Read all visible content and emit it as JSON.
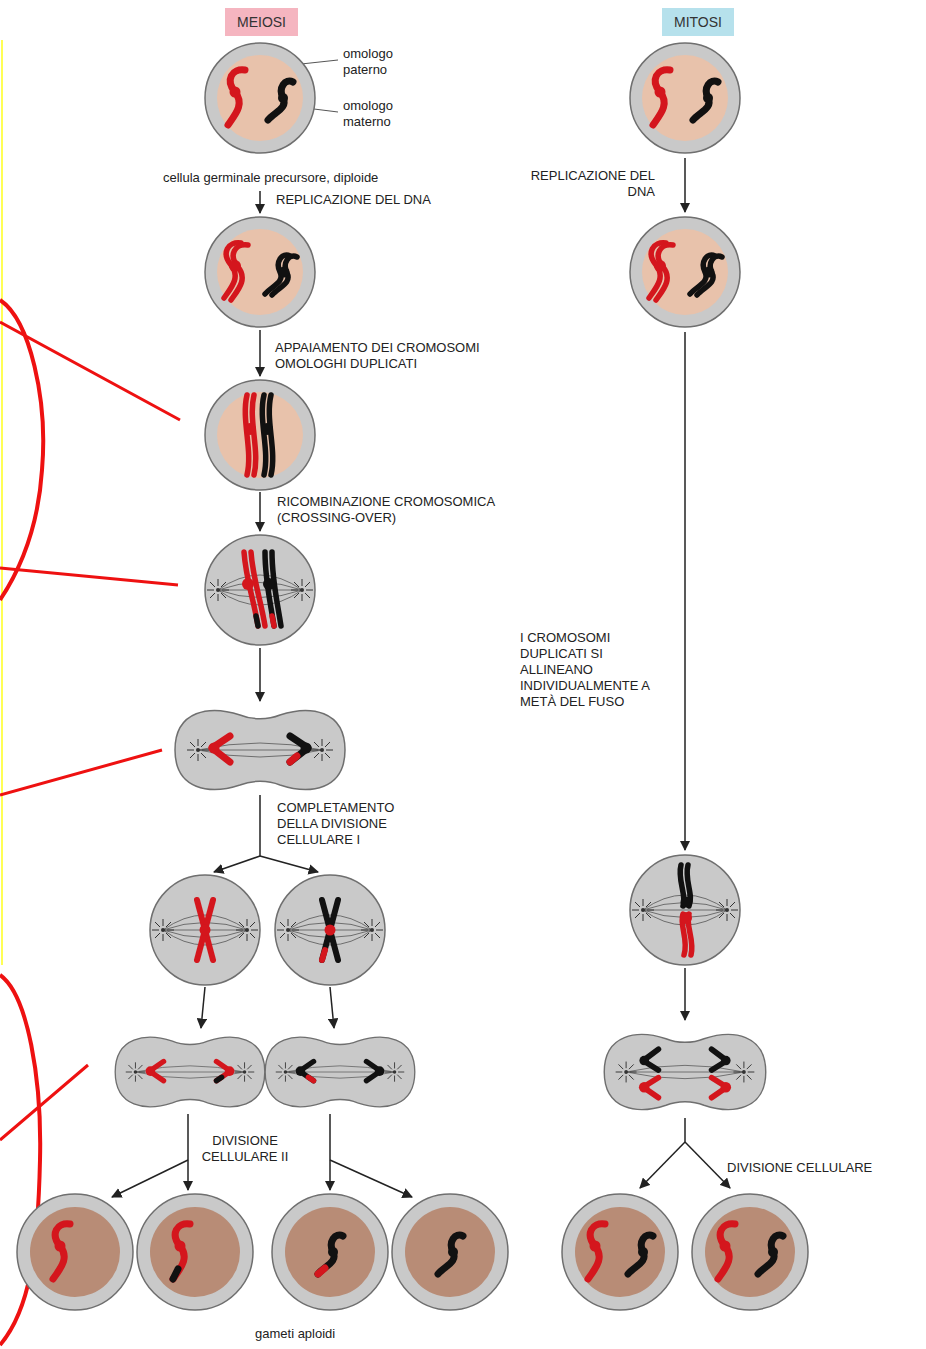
{
  "diagram": {
    "nodes": [
      {
        "text": [
          "MEIOSI"
        ]
      },
      {
        "text": [
          "MITOSI"
        ]
      }
    ],
    "labels": [
      "omologo paterno",
      "omologo materno",
      "cellula germinale precursore, diploide",
      "REPLICAZIONE DEL DNA",
      "REPLICAZIONE DEL DNA",
      "APPAIAMENTO DEI CROMOSOMI OMOLOGHI DUPLICATI",
      "RICOMBINAZIONE CROMOSOMICA (CROSSING-OVER)",
      "I CROMOSOMI DUPLICATI SI ALLINEANO INDIVIDUALMENTE A METÀ DEL FUSO",
      "COMPLETAMENTO DELLA DIVISIONE CELLULARE I",
      "DIVISIONE CELLULARE II",
      "DIVISIONE CELLULARE",
      "gameti aploidi"
    ]
  }
}
